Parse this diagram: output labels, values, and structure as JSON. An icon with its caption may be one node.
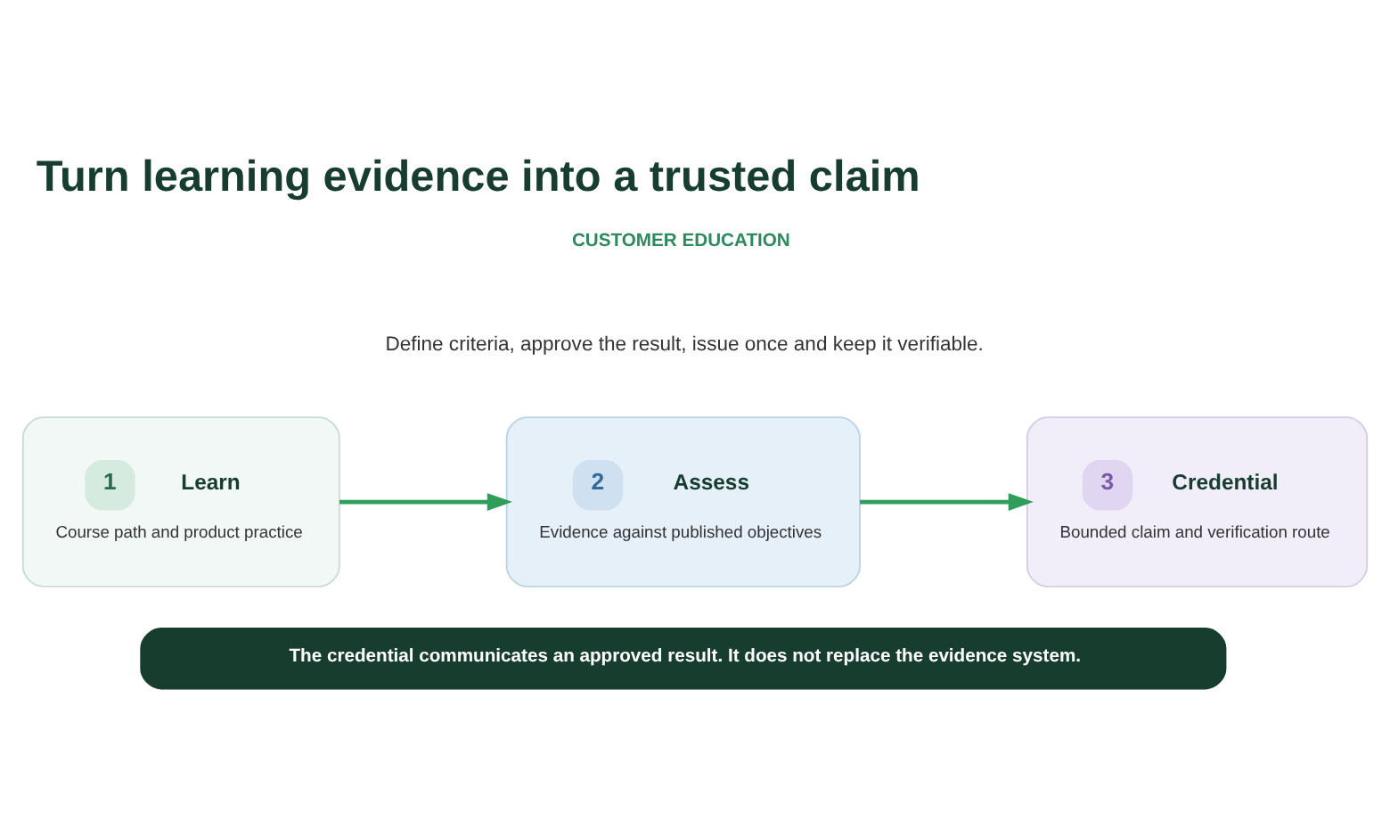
{
  "diagram": {
    "title": "Turn learning evidence into a trusted claim",
    "nodes": [
      {
        "text": [
          "1",
          "Learn",
          "Course path and product practice"
        ]
      },
      {
        "text": [
          "2",
          "Assess",
          "Evidence against published objectives"
        ]
      },
      {
        "text": [
          "3",
          "Credential",
          "Bounded claim and verification route"
        ]
      },
      {
        "text": [
          "The credential communicates an approved result. It does not replace the evidence system."
        ]
      }
    ],
    "edges": [
      {
        "from": 0,
        "to": 1,
        "arrow": "to"
      },
      {
        "from": 1,
        "to": 2,
        "arrow": "to"
      }
    ],
    "labels": [
      "CUSTOMER EDUCATION",
      "Define criteria, approve the result, issue once and keep it verifiable."
    ]
  }
}
